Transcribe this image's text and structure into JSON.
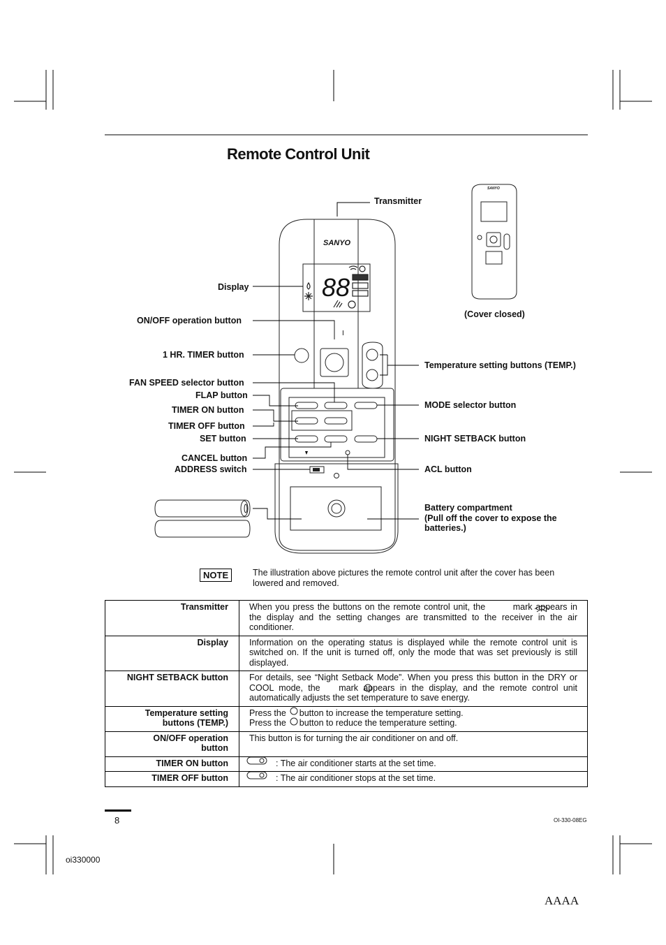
{
  "title": "Remote Control Unit",
  "remote": {
    "brand": "SANYO",
    "display_digits": "88",
    "on_off_mark": "I"
  },
  "labels": {
    "transmitter": "Transmitter",
    "display": "Display",
    "on_off": "ON/OFF operation button",
    "one_hr_timer": "1 HR. TIMER button",
    "fan_speed": "FAN SPEED selector button",
    "flap": "FLAP button",
    "timer_on": "TIMER ON button",
    "timer_off": "TIMER OFF button",
    "set": "SET button",
    "cancel": "CANCEL button",
    "address": "ADDRESS switch",
    "temp": "Temperature setting buttons (TEMP.)",
    "mode": "MODE selector button",
    "night": "NIGHT SETBACK button",
    "acl": "ACL button",
    "battery_1": "Battery compartment",
    "battery_2": "(Pull off the cover to expose the",
    "battery_3": "batteries.)",
    "cover_closed": "(Cover closed)"
  },
  "note": {
    "label": "NOTE",
    "text": "The illustration above pictures the remote control unit after the cover has been lowered and removed."
  },
  "table": {
    "transmitter": {
      "key": "Transmitter",
      "pre": "When you press the buttons on the remote control unit, the",
      "post": "mark appears in the display and the setting changes are transmitted to the receiver in the air conditioner."
    },
    "display": {
      "key": "Display",
      "text": "Information on the operating status is displayed while the remote control unit is switched on. If the unit is turned off, only the mode that was set previously is still displayed."
    },
    "night": {
      "key": "NIGHT SETBACK button",
      "pre": "For details, see “Night Setback Mode”. When you press this button in the DRY or COOL mode, the",
      "post": "mark appears in the display, and the remote control unit automatically adjusts the set temperature to save energy."
    },
    "temp": {
      "key1": "Temperature setting",
      "key2": "buttons (TEMP.)",
      "l1a": "Press the",
      "l1b": "button to increase the temperature setting.",
      "l2a": "Press the",
      "l2b": "button to reduce the temperature setting."
    },
    "onoff": {
      "key1": "ON/OFF operation",
      "key2": "button",
      "text": "This button is for turning the air conditioner on and off."
    },
    "timer_on": {
      "key": "TIMER ON button",
      "text": ": The air conditioner starts at the set time."
    },
    "timer_off": {
      "key": "TIMER OFF button",
      "text": ": The air conditioner stops at the set time."
    }
  },
  "footer": {
    "page": "8",
    "code": "OI-330-08EG",
    "file": "oi330000",
    "marks": "AAAA"
  }
}
